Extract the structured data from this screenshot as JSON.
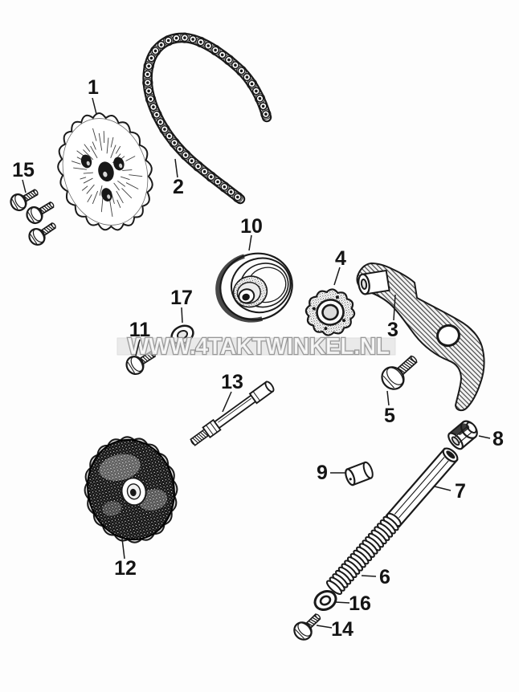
{
  "watermark": {
    "text": "WWW.4TAKTWINKEL.NL"
  },
  "colors": {
    "ink": "#1a1a1a",
    "paper": "#fdfdfd",
    "watermark_band": "#e0e0e0"
  },
  "parts": [
    {
      "number": "1"
    },
    {
      "number": "2"
    },
    {
      "number": "3"
    },
    {
      "number": "4"
    },
    {
      "number": "5"
    },
    {
      "number": "6"
    },
    {
      "number": "7"
    },
    {
      "number": "8"
    },
    {
      "number": "9"
    },
    {
      "number": "10"
    },
    {
      "number": "11"
    },
    {
      "number": "12"
    },
    {
      "number": "13"
    },
    {
      "number": "14"
    },
    {
      "number": "15"
    },
    {
      "number": "16"
    },
    {
      "number": "17"
    }
  ]
}
